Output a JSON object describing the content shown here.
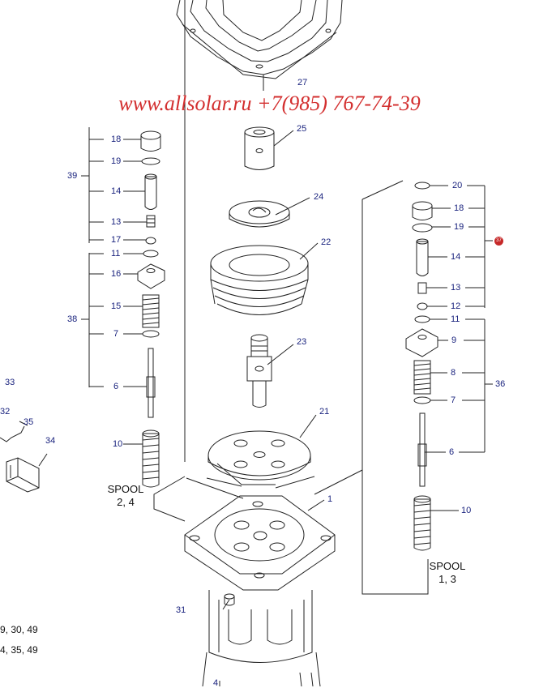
{
  "watermark": "www.allsolar.ru +7(985) 767-74-39",
  "callouts_left": {
    "n18": "18",
    "n19": "19",
    "n39": "39",
    "n14": "14",
    "n13": "13",
    "n17": "17",
    "n11": "11",
    "n16": "16",
    "n38": "38",
    "n15": "15",
    "n7": "7",
    "n6": "6",
    "n10": "10"
  },
  "callouts_center": {
    "n27": "27",
    "n25": "25",
    "n24": "24",
    "n22": "22",
    "n23": "23",
    "n21": "21",
    "n1": "1",
    "n31": "31",
    "n4": "4"
  },
  "callouts_right": {
    "n20": "20",
    "n18": "18",
    "n19": "19",
    "n37": "37",
    "n14": "14",
    "n13": "13",
    "n12": "12",
    "n11": "11",
    "n9": "9",
    "n8": "8",
    "n36": "36",
    "n7": "7",
    "n6": "6",
    "n10": "10"
  },
  "callouts_far_left": {
    "n33": "33",
    "n32": "32",
    "n35": "35",
    "n34": "34"
  },
  "spool_left": {
    "line1": "SPOOL",
    "line2": "2, 4"
  },
  "spool_right": {
    "line1": "SPOOL",
    "line2": "1, 3"
  },
  "bottom_notes": {
    "line1": "9, 30, 49",
    "line2": "4, 35, 49"
  },
  "colors": {
    "callout": "#1a237e",
    "watermark": "#d32f2f",
    "badge": "#c62828",
    "line": "#222222"
  }
}
